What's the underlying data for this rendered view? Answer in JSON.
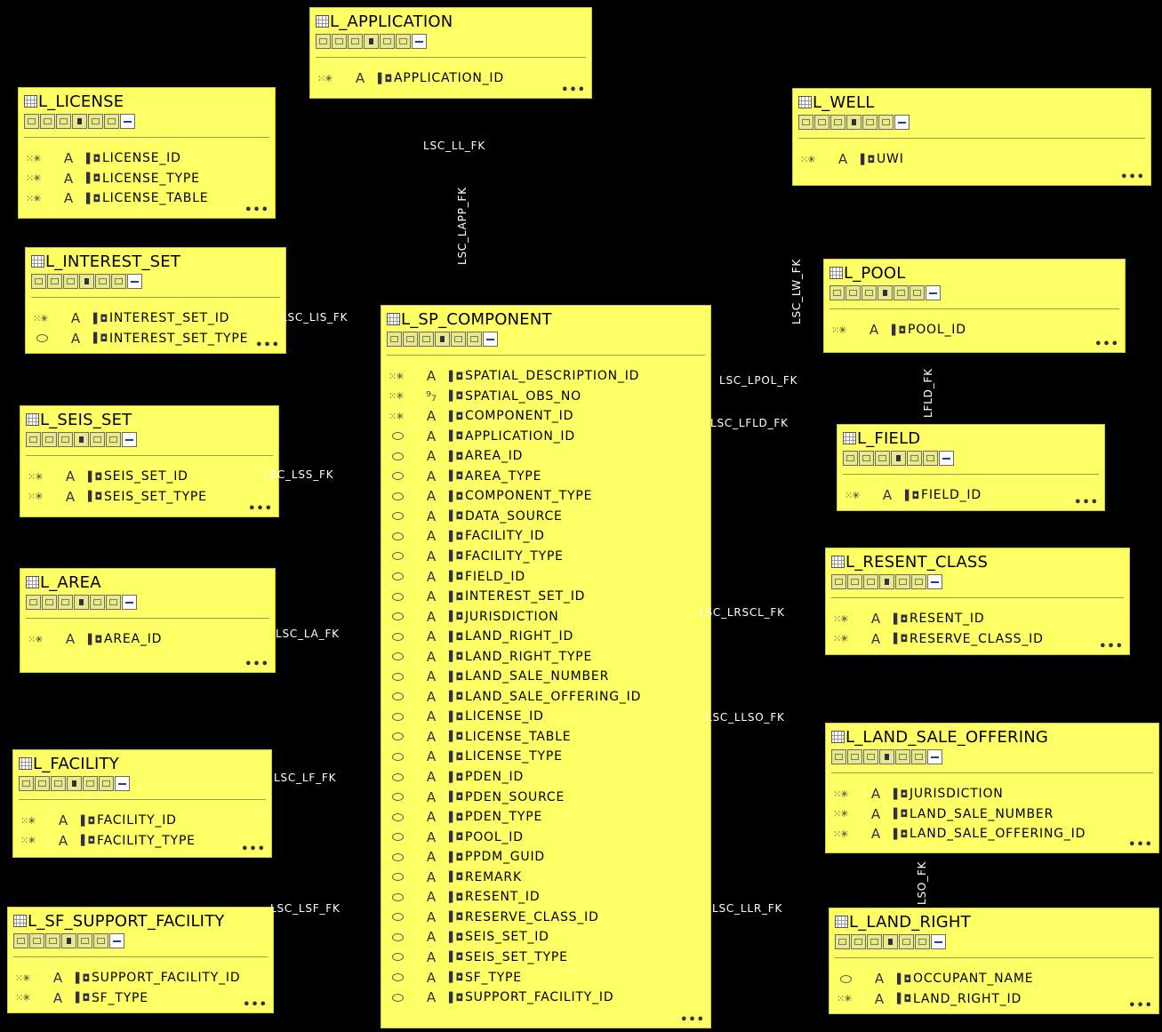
{
  "entities": {
    "l_application": {
      "name": "L_APPLICATION",
      "columns": [
        {
          "name": "APPLICATION_ID",
          "pk": true
        }
      ]
    },
    "l_license": {
      "name": "L_LICENSE",
      "columns": [
        {
          "name": "LICENSE_ID",
          "pk": true
        },
        {
          "name": "LICENSE_TYPE",
          "pk": true
        },
        {
          "name": "LICENSE_TABLE",
          "pk": true
        }
      ]
    },
    "l_interest_set": {
      "name": "L_INTEREST_SET",
      "columns": [
        {
          "name": "INTEREST_SET_ID",
          "pk": true
        },
        {
          "name": "INTEREST_SET_TYPE",
          "pk": false
        }
      ]
    },
    "l_seis_set": {
      "name": "L_SEIS_SET",
      "columns": [
        {
          "name": "SEIS_SET_ID",
          "pk": true
        },
        {
          "name": "SEIS_SET_TYPE",
          "pk": true
        }
      ]
    },
    "l_area": {
      "name": "L_AREA",
      "columns": [
        {
          "name": "AREA_ID",
          "pk": true
        }
      ]
    },
    "l_facility": {
      "name": "L_FACILITY",
      "columns": [
        {
          "name": "FACILITY_ID",
          "pk": true
        },
        {
          "name": "FACILITY_TYPE",
          "pk": true
        }
      ]
    },
    "l_sf_support_facility": {
      "name": "L_SF_SUPPORT_FACILITY",
      "columns": [
        {
          "name": "SUPPORT_FACILITY_ID",
          "pk": true
        },
        {
          "name": "SF_TYPE",
          "pk": true
        }
      ]
    },
    "l_well": {
      "name": "L_WELL",
      "columns": [
        {
          "name": "UWI",
          "pk": true
        }
      ]
    },
    "l_pool": {
      "name": "L_POOL",
      "columns": [
        {
          "name": "POOL_ID",
          "pk": true
        }
      ]
    },
    "l_field": {
      "name": "L_FIELD",
      "columns": [
        {
          "name": "FIELD_ID",
          "pk": true
        }
      ]
    },
    "l_resent_class": {
      "name": "L_RESENT_CLASS",
      "columns": [
        {
          "name": "RESENT_ID",
          "pk": true
        },
        {
          "name": "RESERVE_CLASS_ID",
          "pk": true
        }
      ]
    },
    "l_land_sale_offering": {
      "name": "L_LAND_SALE_OFFERING",
      "columns": [
        {
          "name": "JURISDICTION",
          "pk": true
        },
        {
          "name": "LAND_SALE_NUMBER",
          "pk": true
        },
        {
          "name": "LAND_SALE_OFFERING_ID",
          "pk": true
        }
      ]
    },
    "l_land_right": {
      "name": "L_LAND_RIGHT",
      "columns": [
        {
          "name": "OCCUPANT_NAME",
          "pk": false
        },
        {
          "name": "LAND_RIGHT_ID",
          "pk": true
        }
      ]
    },
    "l_sp_component": {
      "name": "L_SP_COMPONENT",
      "columns": [
        {
          "name": "SPATIAL_DESCRIPTION_ID",
          "pk": true
        },
        {
          "name": "SPATIAL_OBS_NO",
          "pk": true,
          "type": "num"
        },
        {
          "name": "COMPONENT_ID",
          "pk": true
        },
        {
          "name": "APPLICATION_ID",
          "pk": false
        },
        {
          "name": "AREA_ID",
          "pk": false
        },
        {
          "name": "AREA_TYPE",
          "pk": false
        },
        {
          "name": "COMPONENT_TYPE",
          "pk": false
        },
        {
          "name": "DATA_SOURCE",
          "pk": false
        },
        {
          "name": "FACILITY_ID",
          "pk": false
        },
        {
          "name": "FACILITY_TYPE",
          "pk": false
        },
        {
          "name": "FIELD_ID",
          "pk": false
        },
        {
          "name": "INTEREST_SET_ID",
          "pk": false
        },
        {
          "name": "JURISDICTION",
          "pk": false
        },
        {
          "name": "LAND_RIGHT_ID",
          "pk": false
        },
        {
          "name": "LAND_RIGHT_TYPE",
          "pk": false
        },
        {
          "name": "LAND_SALE_NUMBER",
          "pk": false
        },
        {
          "name": "LAND_SALE_OFFERING_ID",
          "pk": false
        },
        {
          "name": "LICENSE_ID",
          "pk": false
        },
        {
          "name": "LICENSE_TABLE",
          "pk": false
        },
        {
          "name": "LICENSE_TYPE",
          "pk": false
        },
        {
          "name": "PDEN_ID",
          "pk": false
        },
        {
          "name": "PDEN_SOURCE",
          "pk": false
        },
        {
          "name": "PDEN_TYPE",
          "pk": false
        },
        {
          "name": "POOL_ID",
          "pk": false
        },
        {
          "name": "PPDM_GUID",
          "pk": false
        },
        {
          "name": "REMARK",
          "pk": false
        },
        {
          "name": "RESENT_ID",
          "pk": false
        },
        {
          "name": "RESERVE_CLASS_ID",
          "pk": false
        },
        {
          "name": "SEIS_SET_ID",
          "pk": false
        },
        {
          "name": "SEIS_SET_TYPE",
          "pk": false
        },
        {
          "name": "SF_TYPE",
          "pk": false
        },
        {
          "name": "SUPPORT_FACILITY_ID",
          "pk": false
        }
      ]
    }
  },
  "relationships": {
    "lsc_ll_fk": "LSC_LL_FK",
    "lsc_lapp_fk": "LSC_LAPP_FK",
    "lsc_lis_fk": "LSC_LIS_FK",
    "lsc_lss_fk": "LSC_LSS_FK",
    "lsc_la_fk": "LSC_LA_FK",
    "lsc_lf_fk": "LSC_LF_FK",
    "lsc_lsf_fk": "LSC_LSF_FK",
    "lsc_lw_fk": "LSC_LW_FK",
    "lsc_lpol_fk": "LSC_LPOL_FK",
    "lsc_lfld_fk_h": "LSC_LFLD_FK",
    "lsc_lfld_fk_v": "LFLD_FK",
    "lsc_lrscl_fk": "LSC_LRSCL_FK",
    "lsc_llso_fk_h": "LSC_LLSO_FK",
    "lsc_llso_fk_v": "LSO_FK",
    "lsc_llr_fk": "LSC_LLR_FK"
  },
  "icons": {
    "pk_marker": "key-asterisk-icon",
    "optional_marker": "circle-icon",
    "type_marker": "text-type-icon",
    "fk_marker": "key-column-icon",
    "overflow": "ellipsis-icon"
  }
}
